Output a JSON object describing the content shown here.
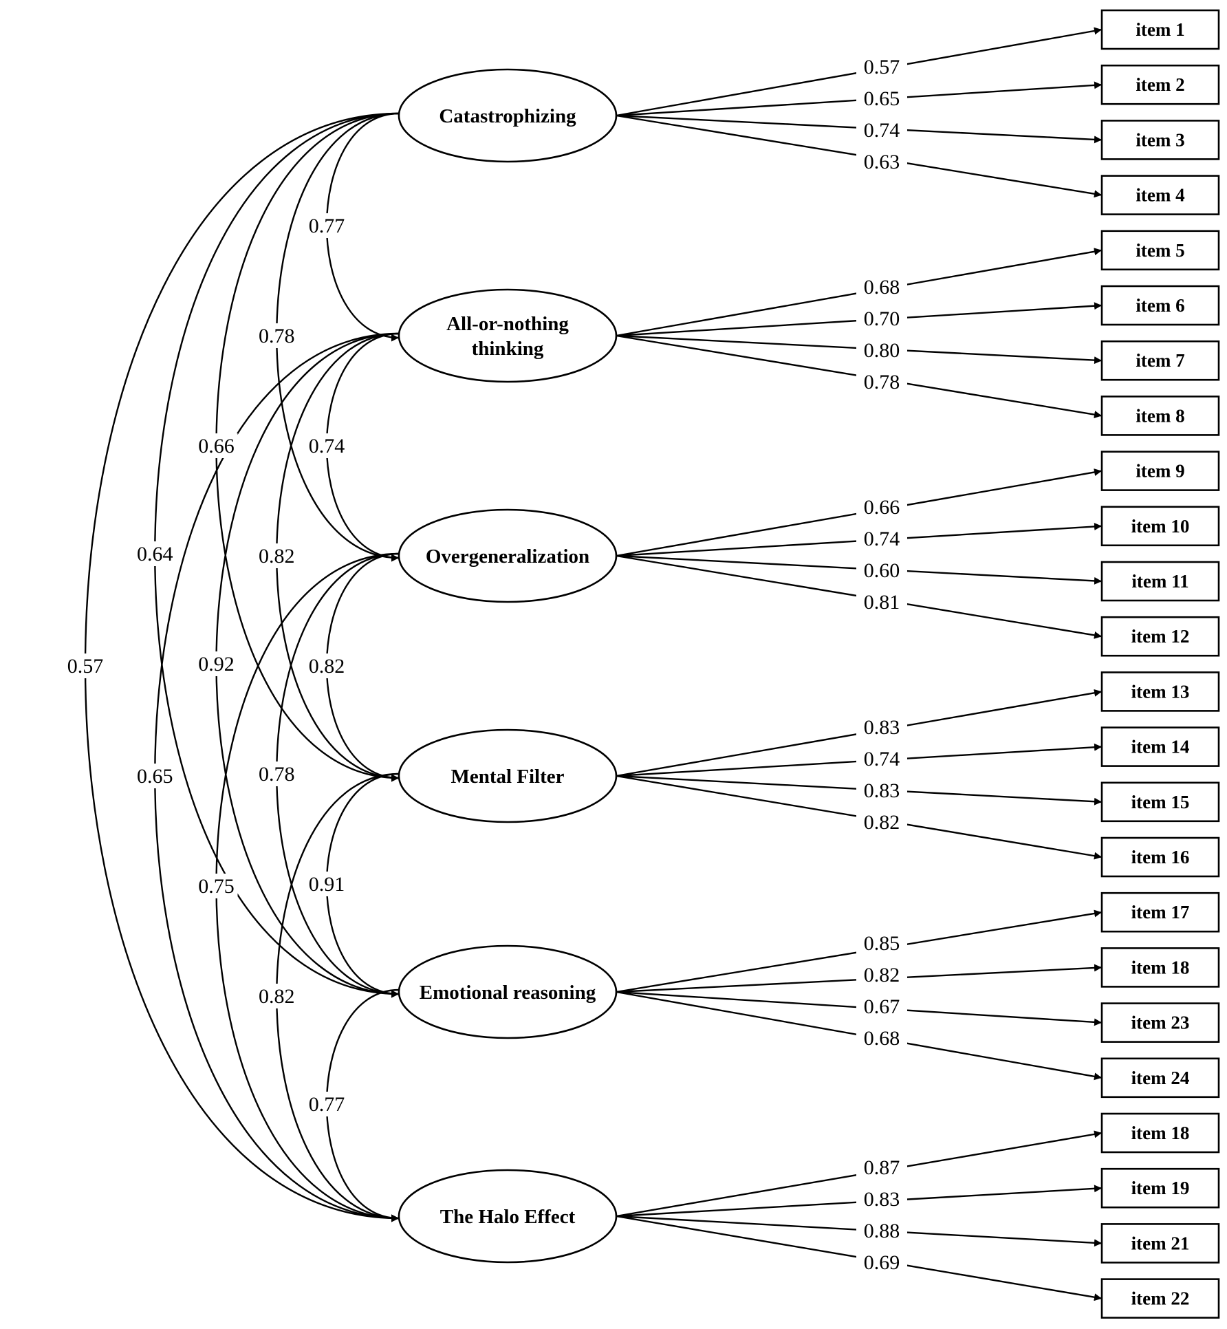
{
  "factors": [
    {
      "id": "catastrophizing",
      "label_lines": [
        "Catastrophizing"
      ]
    },
    {
      "id": "all-or-nothing",
      "label_lines": [
        "All-or-nothing",
        "thinking"
      ]
    },
    {
      "id": "overgeneralization",
      "label_lines": [
        "Overgeneralization"
      ]
    },
    {
      "id": "mental-filter",
      "label_lines": [
        "Mental Filter"
      ]
    },
    {
      "id": "emotional-reasoning",
      "label_lines": [
        "Emotional reasoning"
      ]
    },
    {
      "id": "halo-effect",
      "label_lines": [
        "The Halo Effect"
      ]
    }
  ],
  "indicators": [
    [
      "item 1",
      "item 2",
      "item 3",
      "item 4"
    ],
    [
      "item 5",
      "item 6",
      "item 7",
      "item 8"
    ],
    [
      "item 9",
      "item 10",
      "item 11",
      "item 12"
    ],
    [
      "item 13",
      "item 14",
      "item 15",
      "item 16"
    ],
    [
      "item 17",
      "item 18",
      "item 23",
      "item 24"
    ],
    [
      "item 18",
      "item 19",
      "item 21",
      "item 22"
    ]
  ],
  "loadings": [
    [
      "0.57",
      "0.65",
      "0.74",
      "0.63"
    ],
    [
      "0.68",
      "0.70",
      "0.80",
      "0.78"
    ],
    [
      "0.66",
      "0.74",
      "0.60",
      "0.81"
    ],
    [
      "0.83",
      "0.74",
      "0.83",
      "0.82"
    ],
    [
      "0.85",
      "0.82",
      "0.67",
      "0.68"
    ],
    [
      "0.87",
      "0.83",
      "0.88",
      "0.69"
    ]
  ],
  "correlations": [
    {
      "from": 0,
      "to": 1,
      "value": "0.77"
    },
    {
      "from": 1,
      "to": 2,
      "value": "0.74"
    },
    {
      "from": 2,
      "to": 3,
      "value": "0.82"
    },
    {
      "from": 3,
      "to": 4,
      "value": "0.91"
    },
    {
      "from": 4,
      "to": 5,
      "value": "0.77"
    },
    {
      "from": 0,
      "to": 2,
      "value": "0.78"
    },
    {
      "from": 1,
      "to": 3,
      "value": "0.82"
    },
    {
      "from": 2,
      "to": 4,
      "value": "0.78"
    },
    {
      "from": 3,
      "to": 5,
      "value": "0.82"
    },
    {
      "from": 0,
      "to": 3,
      "value": "0.66"
    },
    {
      "from": 1,
      "to": 4,
      "value": "0.92"
    },
    {
      "from": 2,
      "to": 5,
      "value": "0.75"
    },
    {
      "from": 0,
      "to": 4,
      "value": "0.64"
    },
    {
      "from": 1,
      "to": 5,
      "value": "0.65"
    },
    {
      "from": 0,
      "to": 5,
      "value": "0.57"
    }
  ]
}
